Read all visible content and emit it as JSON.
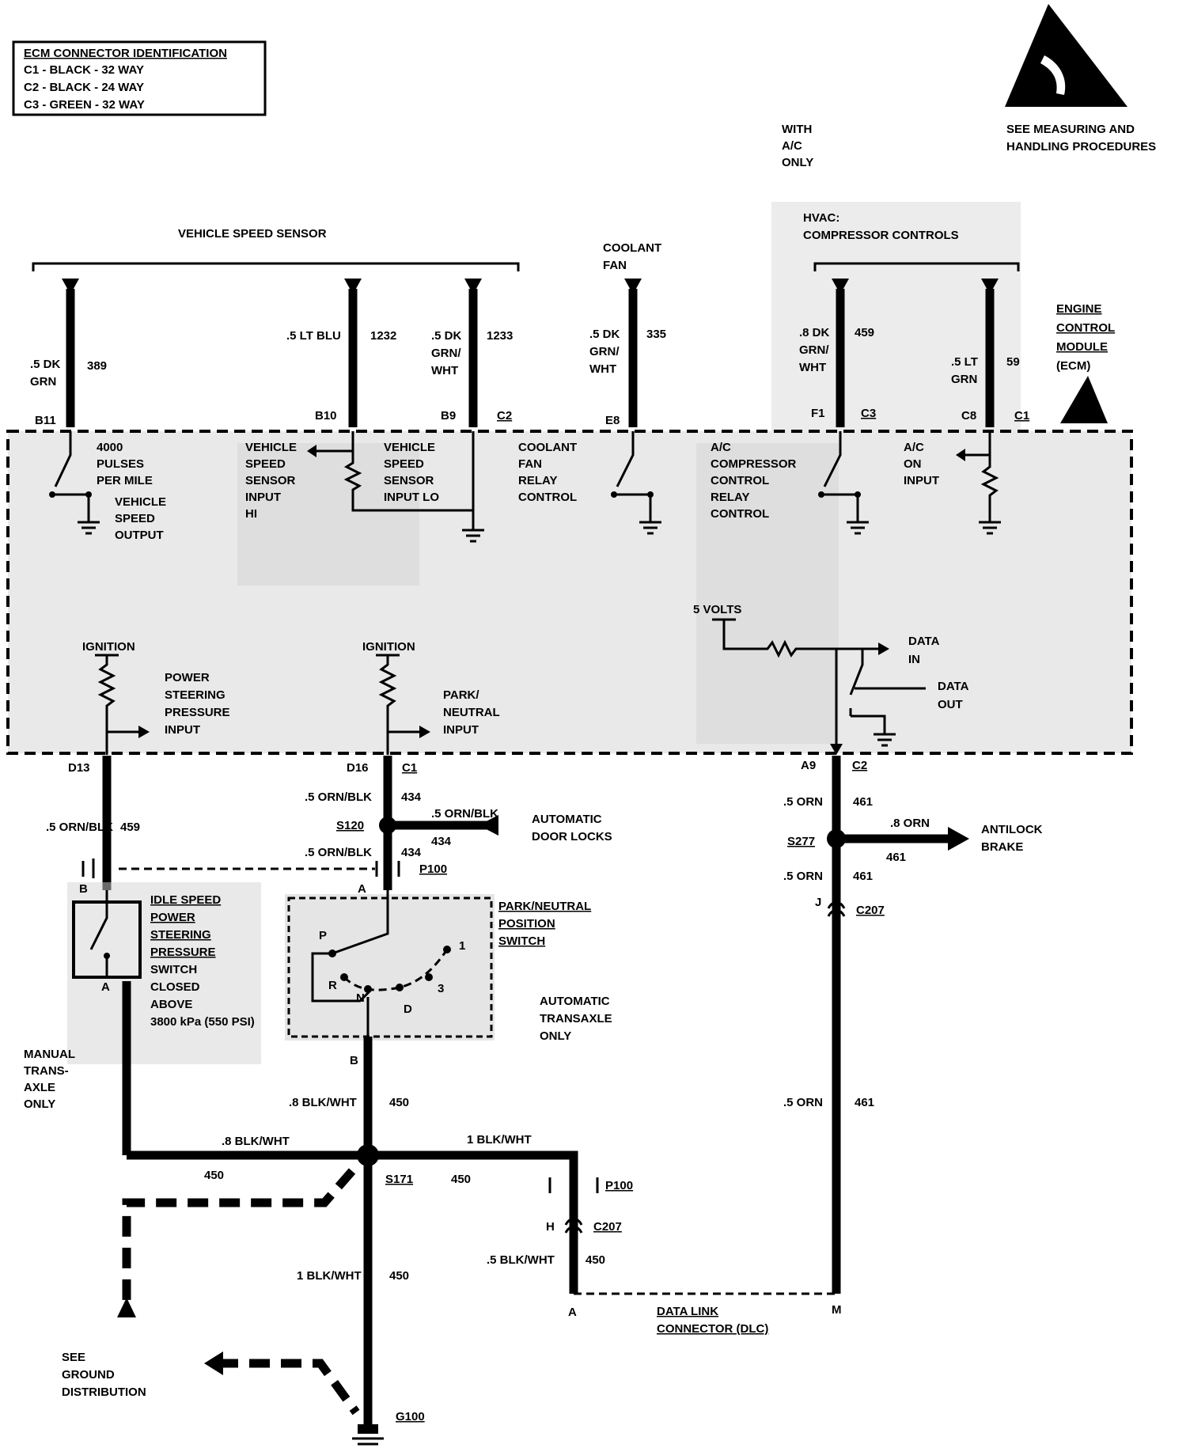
{
  "connector_table": {
    "title": "ECM CONNECTOR IDENTIFICATION",
    "rows": [
      "C1 - BLACK - 32 WAY",
      "C2 - BLACK - 24 WAY",
      "C3 - GREEN - 32 WAY"
    ]
  },
  "esd_notice": {
    "line1": "SEE MEASURING AND",
    "line2": "HANDLING PROCEDURES"
  },
  "ac_note": [
    "WITH",
    "A/C",
    "ONLY"
  ],
  "groups": {
    "vss": "VEHICLE SPEED SENSOR",
    "coolant": [
      "COOLANT",
      "FAN"
    ],
    "hvac": [
      "HVAC:",
      "COMPRESSOR CONTROLS"
    ]
  },
  "ecm_label": [
    "ENGINE",
    "CONTROL",
    "MODULE",
    "(ECM)"
  ],
  "wires_top": [
    {
      "color": [
        ".5 DK",
        "GRN"
      ],
      "circuit": "389",
      "pin": "B11"
    },
    {
      "color": [
        ".5 LT BLU"
      ],
      "circuit": "1232",
      "pin": "B10"
    },
    {
      "color": [
        ".5 DK",
        "GRN/",
        "WHT"
      ],
      "circuit": "1233",
      "pin": "B9",
      "connector": "C2"
    },
    {
      "color": [
        ".5 DK",
        "GRN/",
        "WHT"
      ],
      "circuit": "335",
      "pin": "E8"
    },
    {
      "color": [
        ".8 DK",
        "GRN/",
        "WHT"
      ],
      "circuit": "459",
      "pin": "F1",
      "connector": "C3"
    },
    {
      "color": [
        ".5 LT",
        "GRN"
      ],
      "circuit": "59",
      "pin": "C8",
      "connector": "C1"
    }
  ],
  "ecm_internal": {
    "pulses": [
      "4000",
      "PULSES",
      "PER MILE"
    ],
    "vss_output": [
      "VEHICLE",
      "SPEED",
      "OUTPUT"
    ],
    "vss_input_hi": [
      "VEHICLE",
      "SPEED",
      "SENSOR",
      "INPUT",
      "HI"
    ],
    "vss_input_lo": [
      "VEHICLE",
      "SPEED",
      "SENSOR",
      "INPUT LO"
    ],
    "coolant_relay": [
      "COOLANT",
      "FAN",
      "RELAY",
      "CONTROL"
    ],
    "ac_relay": [
      "A/C",
      "COMPRESSOR",
      "CONTROL",
      "RELAY",
      "CONTROL"
    ],
    "ac_on": [
      "A/C",
      "ON",
      "INPUT"
    ],
    "five_volts": "5 VOLTS",
    "data_in": [
      "DATA",
      "IN"
    ],
    "data_out": [
      "DATA",
      "OUT"
    ],
    "ignition1": "IGNITION",
    "ignition2": "IGNITION",
    "ps_input": [
      "POWER",
      "STEERING",
      "PRESSURE",
      "INPUT"
    ],
    "pn_input": [
      "PARK/",
      "NEUTRAL",
      "INPUT"
    ]
  },
  "bottom": {
    "d13": "D13",
    "d16": "D16",
    "c1": "C1",
    "a9": "A9",
    "c2": "C2",
    "w_orn_blk_left": ".5 ORN/BLK",
    "c_459": "459",
    "w_orn_blk_1": ".5 ORN/BLK",
    "c_434_1": "434",
    "s120": "S120",
    "w_orn_blk_door": ".5 ORN/BLK",
    "c_434_door": "434",
    "door_locks": [
      "AUTOMATIC",
      "DOOR LOCKS"
    ],
    "w_orn_blk_2": ".5 ORN/BLK",
    "c_434_2": "434",
    "p100_top": "P100",
    "pin_b_left": "B",
    "pin_a_mid": "A",
    "w_orn_1": ".5 ORN",
    "c_461_1": "461",
    "s277": "S277",
    "w_orn_abs": ".8 ORN",
    "c_461_abs": "461",
    "antilock": [
      "ANTILOCK",
      "BRAKE"
    ],
    "w_orn_2": ".5 ORN",
    "c_461_2": "461",
    "pin_j": "J",
    "c207_right": "C207",
    "idle_switch": [
      "IDLE SPEED",
      "POWER",
      "STEERING",
      "PRESSURE",
      "SWITCH",
      "CLOSED",
      "ABOVE",
      "3800 kPa (550 PSI)"
    ],
    "pin_a_left": "A",
    "pn_switch": [
      "PARK/NEUTRAL",
      "POSITION",
      "SWITCH"
    ],
    "gear_p": "P",
    "gear_r": "R",
    "gear_n": "N",
    "gear_d": "D",
    "gear_3": "3",
    "gear_1": "1",
    "auto_note": [
      "AUTOMATIC",
      "TRANSAXLE",
      "ONLY"
    ],
    "manual_note": [
      "MANUAL",
      "TRANS-",
      "AXLE",
      "ONLY"
    ],
    "pin_b_mid": "B",
    "w_blk_wht_mid": ".8 BLK/WHT",
    "c_450_mid": "450",
    "w_orn_long": ".5 ORN",
    "c_461_long": "461",
    "w_blk_wht_left": ".8 BLK/WHT",
    "c_450_left": "450",
    "w_blk_wht_top": "1 BLK/WHT",
    "s171": "S171",
    "c_450_s171": "450",
    "p100_bottom": "P100",
    "pin_h": "H",
    "c207_bottom": "C207",
    "w_blk_wht_dlc": ".5 BLK/WHT",
    "c_450_dlc": "450",
    "w_blk_wht_down": "1 BLK/WHT",
    "c_450_down": "450",
    "pin_a_dlc": "A",
    "pin_m": "M",
    "dlc": [
      "DATA LINK",
      "CONNECTOR (DLC)"
    ],
    "ground_dist": [
      "SEE",
      "GROUND",
      "DISTRIBUTION"
    ],
    "g100": "G100"
  }
}
